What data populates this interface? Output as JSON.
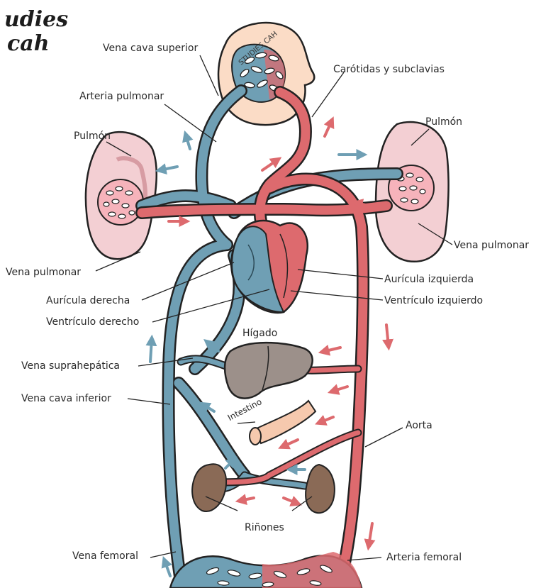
{
  "logo": {
    "line1": "udies",
    "line2": "cah"
  },
  "head_watermark": "STUDIES CAH",
  "colors": {
    "vein": "#6f9fb4",
    "vein_dark": "#2c4a57",
    "artery": "#dd6a6e",
    "artery_dark": "#a82f36",
    "lung": "#f3cfd3",
    "skin": "#fbdcc6",
    "liver": "#9c908a",
    "kidney": "#8a6a56",
    "intestine": "#f6c9ae",
    "outline": "#222222"
  },
  "labels": {
    "vena_cava_superior": "Vena cava superior",
    "arteria_pulmonar": "Arteria pulmonar",
    "carotidas": "Carótidas y subclavias",
    "pulmon_left": "Pulmón",
    "pulmon_right": "Pulmón",
    "vena_pulmonar_right": "Vena pulmonar",
    "vena_pulmonar_left": "Vena pulmonar",
    "auricula_izquierda": "Aurícula izquierda",
    "auricula_derecha": "Aurícula derecha",
    "ventriculo_izquierdo": "Ventrículo izquierdo",
    "ventriculo_derecho": "Ventrículo derecho",
    "higado": "Hígado",
    "vena_suprahepatica": "Vena suprahepática",
    "vena_cava_inferior": "Vena cava inferior",
    "intestino": "Intestino",
    "aorta": "Aorta",
    "rinones": "Riñones",
    "vena_femoral": "Vena femoral",
    "arteria_femoral": "Arteria femoral"
  }
}
